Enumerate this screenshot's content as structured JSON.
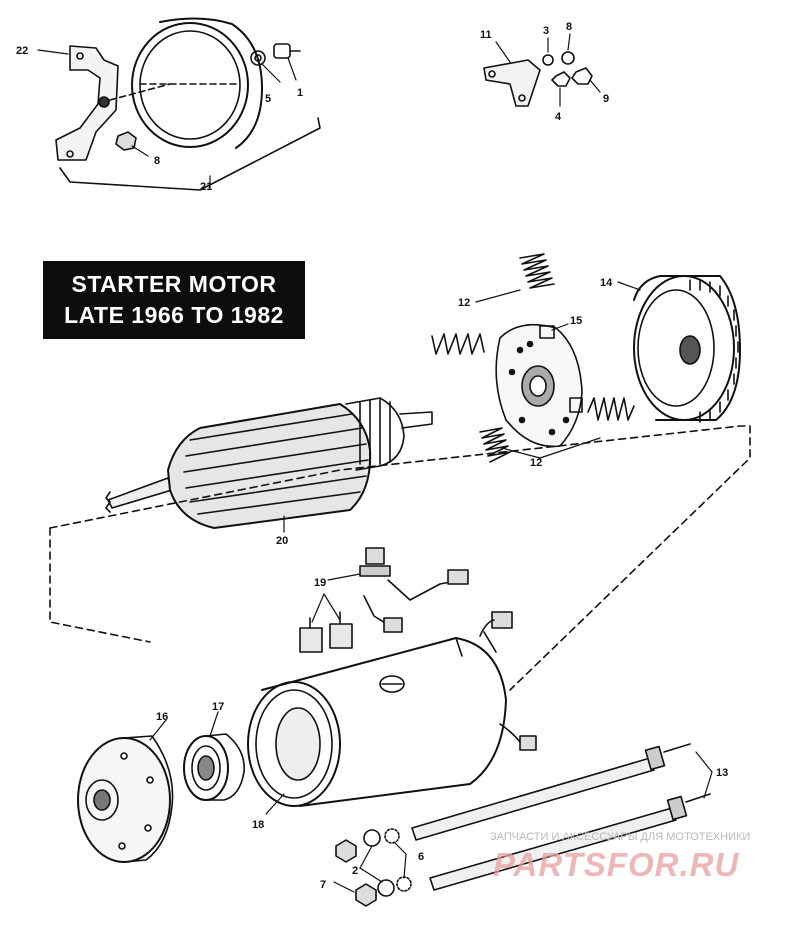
{
  "diagram": {
    "title_line1": "STARTER MOTOR",
    "title_line2": "LATE 1966 TO 1982",
    "callouts": [
      {
        "id": "c1",
        "text": "1"
      },
      {
        "id": "c2",
        "text": "2"
      },
      {
        "id": "c3",
        "text": "3"
      },
      {
        "id": "c4",
        "text": "4"
      },
      {
        "id": "c5",
        "text": "5"
      },
      {
        "id": "c6",
        "text": "6"
      },
      {
        "id": "c7",
        "text": "7"
      },
      {
        "id": "c8a",
        "text": "8"
      },
      {
        "id": "c8b",
        "text": "8"
      },
      {
        "id": "c9",
        "text": "9"
      },
      {
        "id": "c11",
        "text": "11"
      },
      {
        "id": "c12a",
        "text": "12"
      },
      {
        "id": "c12b",
        "text": "12"
      },
      {
        "id": "c13",
        "text": "13"
      },
      {
        "id": "c14",
        "text": "14"
      },
      {
        "id": "c15",
        "text": "15"
      },
      {
        "id": "c16",
        "text": "16"
      },
      {
        "id": "c17",
        "text": "17"
      },
      {
        "id": "c18",
        "text": "18"
      },
      {
        "id": "c19",
        "text": "19"
      },
      {
        "id": "c20",
        "text": "20"
      },
      {
        "id": "c21",
        "text": "21"
      },
      {
        "id": "c22",
        "text": "22"
      }
    ]
  },
  "watermark": {
    "tagline": "ЗАПЧАСТИ И АКСЕССУАРЫ ДЛЯ МОТОТЕХНИКИ",
    "logo": "PARTSFOR.RU"
  }
}
